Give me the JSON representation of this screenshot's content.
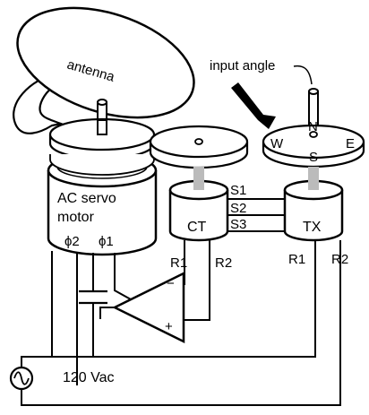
{
  "labels": {
    "antenna": "antenna",
    "input_angle": "input angle",
    "motor_line1": "AC servo",
    "motor_line2": "motor",
    "phi2": "ϕ2",
    "phi1": "ϕ1",
    "ct": "CT",
    "tx": "TX",
    "s1": "S1",
    "s2": "S2",
    "s3": "S3",
    "ct_r1": "R1",
    "ct_r2": "R2",
    "tx_r1": "R1",
    "tx_r2": "R2",
    "amp_minus": "−",
    "amp_plus": "+",
    "supply": "120 Vac",
    "dial_n": "N",
    "dial_s": "S",
    "dial_e": "E",
    "dial_w": "W"
  }
}
